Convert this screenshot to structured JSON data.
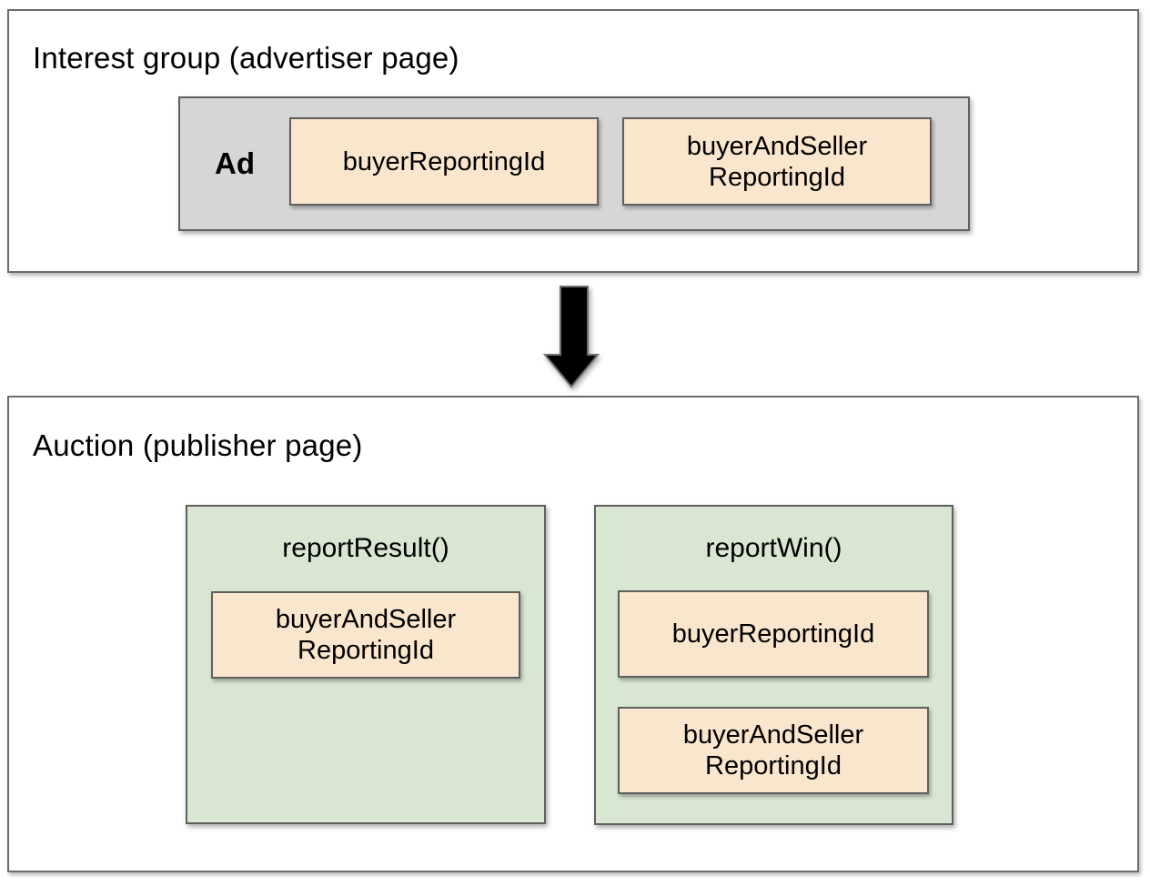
{
  "top_section": {
    "title": "Interest group (advertiser page)",
    "ad_box": {
      "label": "Ad",
      "items": [
        {
          "text": "buyerReportingId"
        },
        {
          "text": "buyerAndSeller\nReportingId"
        }
      ]
    }
  },
  "arrow": {
    "icon": "down-arrow"
  },
  "bottom_section": {
    "title": "Auction (publisher page)",
    "panels": [
      {
        "title": "reportResult()",
        "items": [
          {
            "text": "buyerAndSeller\nReportingId"
          }
        ]
      },
      {
        "title": "reportWin()",
        "items": [
          {
            "text": "buyerReportingId"
          },
          {
            "text": "buyerAndSeller\nReportingId"
          }
        ]
      }
    ]
  },
  "colors": {
    "peach": "#fae5cd",
    "green": "#d9e7d2",
    "gray": "#d6d6d6",
    "box_border": "#5f5f5f",
    "outer_border": "#6b6b6b",
    "arrow_fill": "#000000"
  }
}
